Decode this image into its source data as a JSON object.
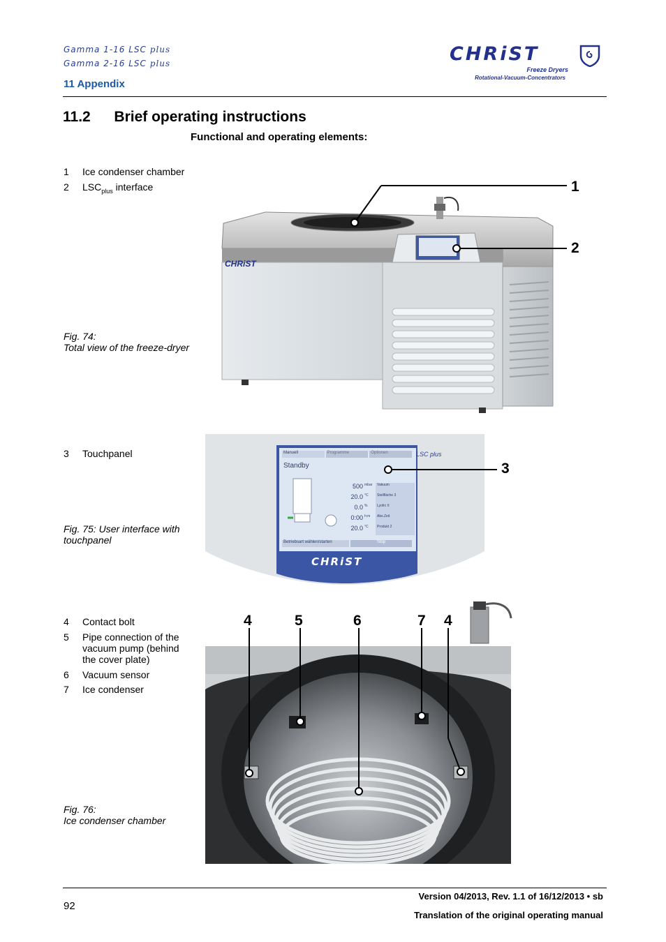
{
  "header": {
    "model_line_1": "Gamma 1-16 LSC",
    "model_line_2": "Gamma 2-16 LSC",
    "plus": "plus",
    "section": "11 Appendix",
    "logo": {
      "brand": "CHRiST",
      "tagline_1": "Freeze Dryers",
      "tagline_2": "Rotational-Vacuum-Concentrators",
      "accent": "#23318c"
    }
  },
  "title": {
    "number": "11.2",
    "text": "Brief operating instructions"
  },
  "subtitle": "Functional and operating elements:",
  "figure74": {
    "items": [
      {
        "n": "1",
        "label": "Ice condenser chamber"
      },
      {
        "n": "2",
        "label_main": "LSC",
        "label_sub": "plus",
        "label_rest": " interface"
      }
    ],
    "caption_1": "Fig. 74:",
    "caption_2": "Total view of the freeze-dryer",
    "callouts": [
      "1",
      "2"
    ],
    "device_brand": "CHRiST"
  },
  "figure75": {
    "items": [
      {
        "n": "3",
        "label": "Touchpanel"
      }
    ],
    "caption_1": "Fig. 75: User interface with",
    "caption_2": "touchpanel",
    "callouts": [
      "3"
    ],
    "panel": {
      "tabs": [
        "Manuell",
        "Programme",
        "Optionen"
      ],
      "status": "Standby",
      "lsc_plus": "LSC plus",
      "readings": [
        {
          "value": "500",
          "unit": "mbar",
          "label": "Vakuum"
        },
        {
          "value": "20.0",
          "unit": "°C",
          "label": "Stellfläche 3"
        },
        {
          "value": "0.0",
          "unit": "%",
          "label": "Lyofrc II"
        },
        {
          "value": "0:00",
          "unit": "h:m",
          "label": "Abs.Zeit"
        },
        {
          "value": "20.0",
          "unit": "°C",
          "label": "Produkt 2"
        }
      ],
      "bottom_button": "Betriebsart wählen/starten",
      "stop_button": "Stop",
      "brand": "CHRiST"
    }
  },
  "figure76": {
    "items": [
      {
        "n": "4",
        "label": "Contact bolt"
      },
      {
        "n": "5",
        "label": "Pipe connection of the vacuum pump (behind the cover plate)"
      },
      {
        "n": "6",
        "label": "Vacuum sensor"
      },
      {
        "n": "7",
        "label": "Ice condenser"
      }
    ],
    "caption_1": "Fig. 76:",
    "caption_2": "Ice condenser chamber",
    "callouts": [
      "4",
      "5",
      "6",
      "7",
      "4"
    ]
  },
  "footer": {
    "page": "92",
    "version": "Version 04/2013, Rev. 1.1 of 16/12/2013 • sb",
    "translation": "Translation of the original operating manual"
  }
}
